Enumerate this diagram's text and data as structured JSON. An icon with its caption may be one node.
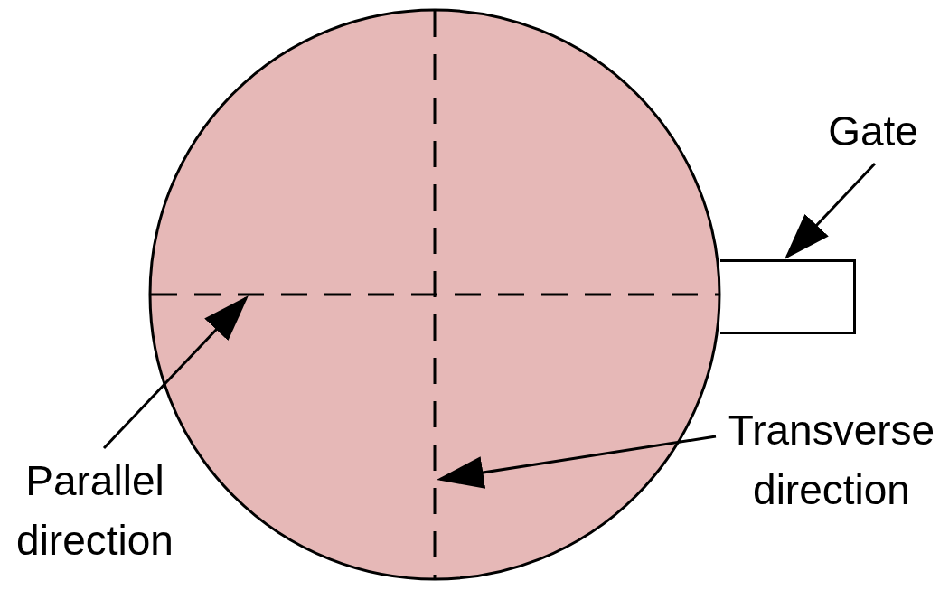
{
  "diagram": {
    "nodes": [
      {
        "text": [
          "Gate"
        ]
      },
      {
        "text": [],
        "shape": "box"
      },
      {
        "text": [],
        "shape": "line"
      },
      {
        "text": [],
        "shape": "line"
      },
      {
        "text": [
          "Transverse direction"
        ]
      },
      {
        "text": [
          "Parallel direction"
        ]
      }
    ],
    "edges": [
      {
        "from": 0,
        "to": 1,
        "arrow": "to"
      },
      {
        "from": 4,
        "to": 2,
        "arrow": "to"
      },
      {
        "from": 5,
        "to": 3,
        "arrow": "to"
      }
    ]
  }
}
